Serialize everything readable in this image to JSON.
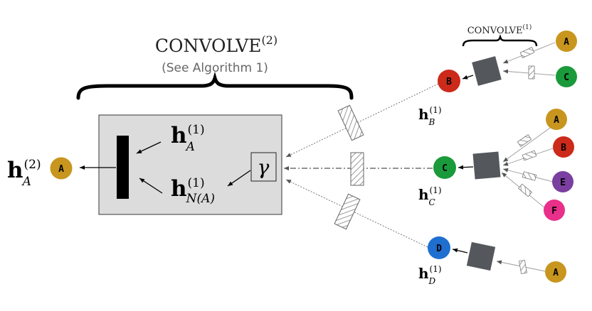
{
  "title": {
    "main": "CONVOLVE",
    "main_sup": "(2)",
    "sub": "(See Algorithm 1)",
    "small": "CONVOLVE",
    "small_sup": "(1)"
  },
  "math": {
    "bold_h": "h",
    "gamma": "γ",
    "out_sup": "(2)",
    "out_sub": "A",
    "hA_sup": "(1)",
    "hA_sub": "A",
    "hN_sup": "(1)",
    "hN_sub_N": "N",
    "hN_sub_A": "(A)",
    "hB_sup": "(1)",
    "hB_sub": "B",
    "hC_sup": "(1)",
    "hC_sub": "C",
    "hD_sup": "(1)",
    "hD_sub": "D"
  },
  "nodes": {
    "out_A": "A",
    "B": "B",
    "C": "C",
    "D": "D",
    "B_in_A": "A",
    "B_in_C": "C",
    "C_in_A": "A",
    "C_in_B": "B",
    "C_in_E": "E",
    "C_in_F": "F",
    "D_in_A": "A"
  },
  "colors": {
    "A": "#c8961e",
    "B": "#cc2a1a",
    "C": "#1a9a3a",
    "D": "#1e6fd0",
    "E": "#7a3fa0",
    "F": "#e8308a",
    "box_fill": "#dcdcdc",
    "aggregator": "#54585c"
  }
}
